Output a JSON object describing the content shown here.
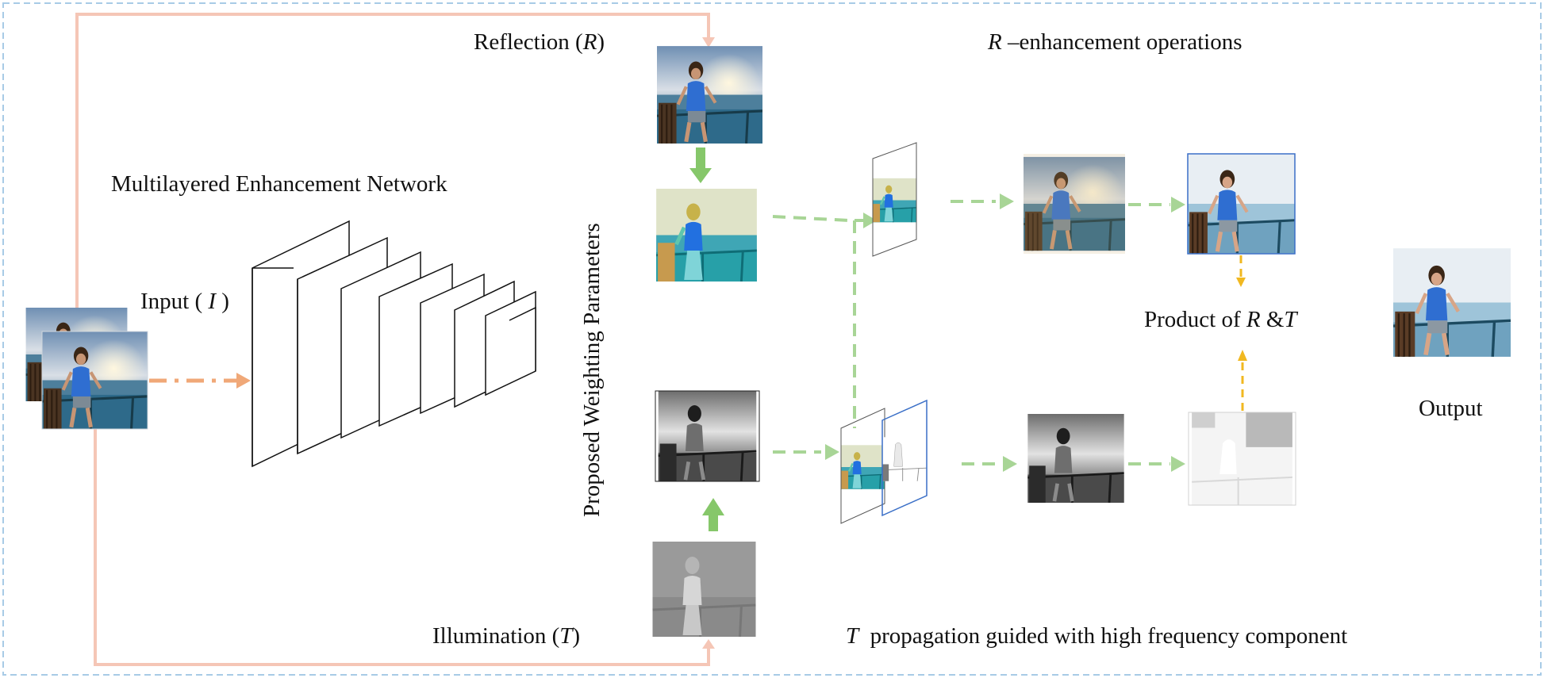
{
  "labels": {
    "reflection": "Reflection (",
    "reflection_sym": "R",
    "reflection_close": ")",
    "r_enh_sym": "R",
    "r_enh_text": " –enhancement operations",
    "network": "Multilayered Enhancement Network",
    "input": "Input ( ",
    "input_sym": "I",
    "input_close": " )",
    "weighting": "Proposed Weighting Parameters",
    "product": "Product of ",
    "product_r": "R",
    "product_amp": " &",
    "product_t": "T",
    "output": "Output",
    "illumination": "Illumination (",
    "illumination_sym": "T",
    "illumination_close": ")",
    "t_prop_sym": "T",
    "t_prop_text": "  propagation guided with high frequency component"
  },
  "colors": {
    "frame_border": "#a8cbe6",
    "skip_path": "#f5c6b6",
    "input_arrow": "#f0a878",
    "green_arrow": "#86c76a",
    "green_dashed": "#a8d596",
    "yellow_arrow": "#f1b820",
    "thumb_border": "#3a6fc7"
  },
  "icons": {
    "photo": "beach-photo-icon",
    "network": "stacked-layers-icon"
  }
}
